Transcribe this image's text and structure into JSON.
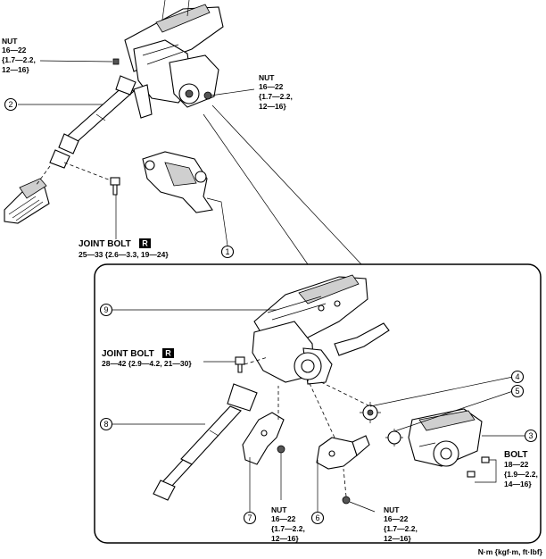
{
  "labels": {
    "nut_top_left": [
      "NUT",
      "16—22",
      "{1.7—2.2,",
      "12—16}"
    ],
    "nut_top_right": [
      "NUT",
      "16—22",
      "{1.7—2.2,",
      "12—16}"
    ],
    "joint_bolt_upper": {
      "title": "JOINT BOLT",
      "torque": "25—33 {2.6—3.3, 19—24}"
    },
    "joint_bolt_lower": {
      "title": "JOINT BOLT",
      "torque": "28—42 {2.9—4.2, 21—30}"
    },
    "nut_bottom_mid": [
      "NUT",
      "16—22",
      "{1.7—2.2,",
      "12—16}"
    ],
    "nut_bottom_right": [
      "NUT",
      "16—22",
      "{1.7—2.2,",
      "12—16}"
    ],
    "bolt_right": [
      "BOLT",
      "18—22",
      "{1.9—2.2,",
      "14—16}"
    ],
    "replace_mark": "R",
    "unit_note": "N·m {kgf·m, ft·lbf}"
  },
  "callouts": [
    "1",
    "2",
    "3",
    "4",
    "5",
    "6",
    "7",
    "8",
    "9"
  ]
}
